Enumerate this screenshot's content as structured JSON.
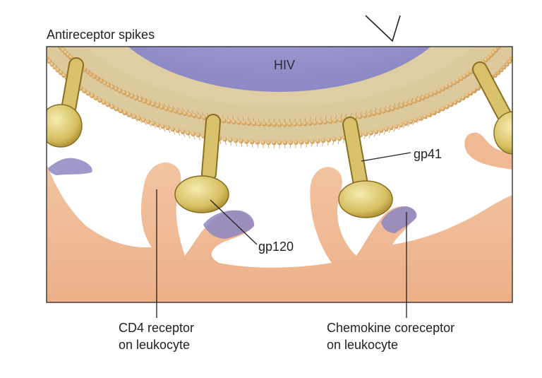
{
  "labels": {
    "title": "Antireceptor spikes",
    "hiv": "HIV",
    "gp41": "gp41",
    "gp120": "gp120",
    "cd4_line1": "CD4 receptor",
    "cd4_line2": "on leukocyte",
    "chemokine_line1": "Chemokine coreceptor",
    "chemokine_line2": "on leukocyte"
  },
  "colors": {
    "hiv_core": "#a9a6d6",
    "envelope": "#dcc99c",
    "lipid_head": "#d2a35f",
    "spike": "#d6c06a",
    "leukocyte": "#f0b893",
    "coreceptor": "#8d86c2",
    "frame": "#333333"
  }
}
